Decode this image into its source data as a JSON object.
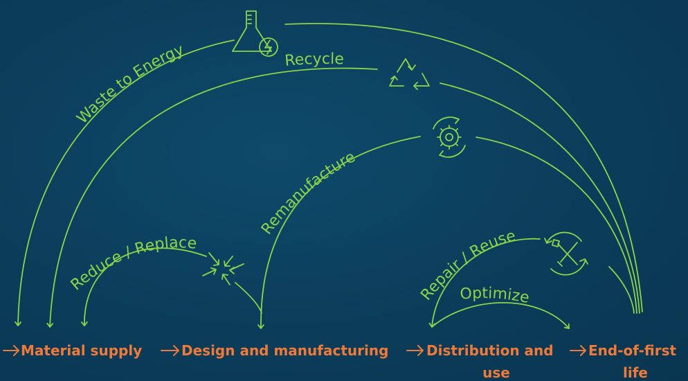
{
  "colors": {
    "background": "#0b3d5a",
    "loop_green": "#8cd44a",
    "stage_orange": "#f07a3a"
  },
  "loops": {
    "waste_to_energy": {
      "label": "Waste to Energy",
      "icon": "flask-energy-icon"
    },
    "recycle": {
      "label": "Recycle",
      "icon": "recycle-icon"
    },
    "remanufacture": {
      "label": "Remanufacture",
      "icon": "gear-cycle-icon"
    },
    "reduce_replace": {
      "label": "Reduce / Replace",
      "icon": "converging-arrows-icon"
    },
    "repair_reuse": {
      "label": "Repair / Reuse",
      "icon": "tools-cycle-icon"
    },
    "optimize": {
      "label": "Optimize"
    }
  },
  "stages": {
    "material_supply": "Material supply",
    "design_manufacturing": "Design and manufacturing",
    "distribution_line1": "Distribution and",
    "distribution_line2": "use",
    "end_of_life_line1": "End-of-first",
    "end_of_life_line2": "life"
  }
}
